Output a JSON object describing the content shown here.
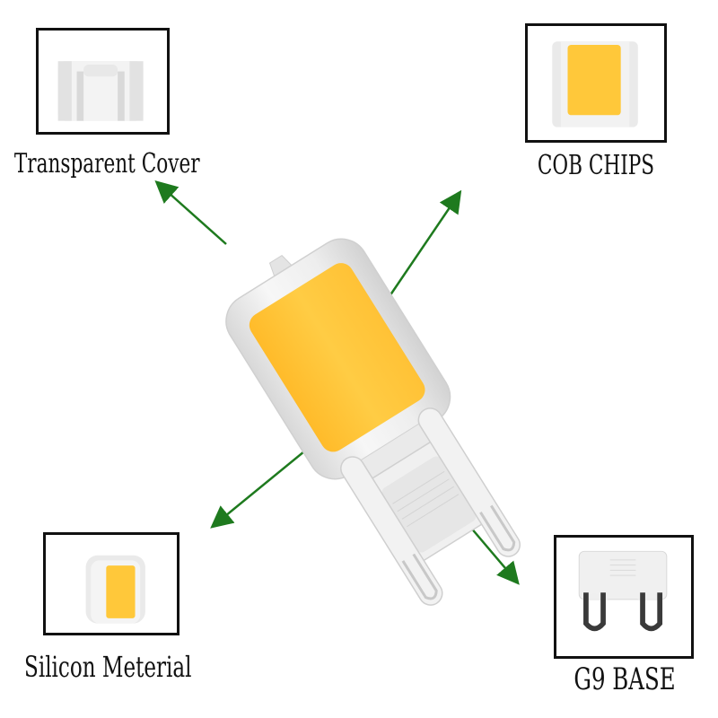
{
  "callouts": {
    "transparent_cover": {
      "label": "Transparent Cover"
    },
    "cob_chips": {
      "label": "COB CHIPS"
    },
    "silicon_material": {
      "label": "Silicon Meterial"
    },
    "g9_base": {
      "label": "G9 BASE"
    }
  },
  "colors": {
    "arrow": "#1e7a1e",
    "chip": "#ffc83a",
    "silicone": "#efefef",
    "pin": "#3a3a3a",
    "border": "#111111"
  }
}
